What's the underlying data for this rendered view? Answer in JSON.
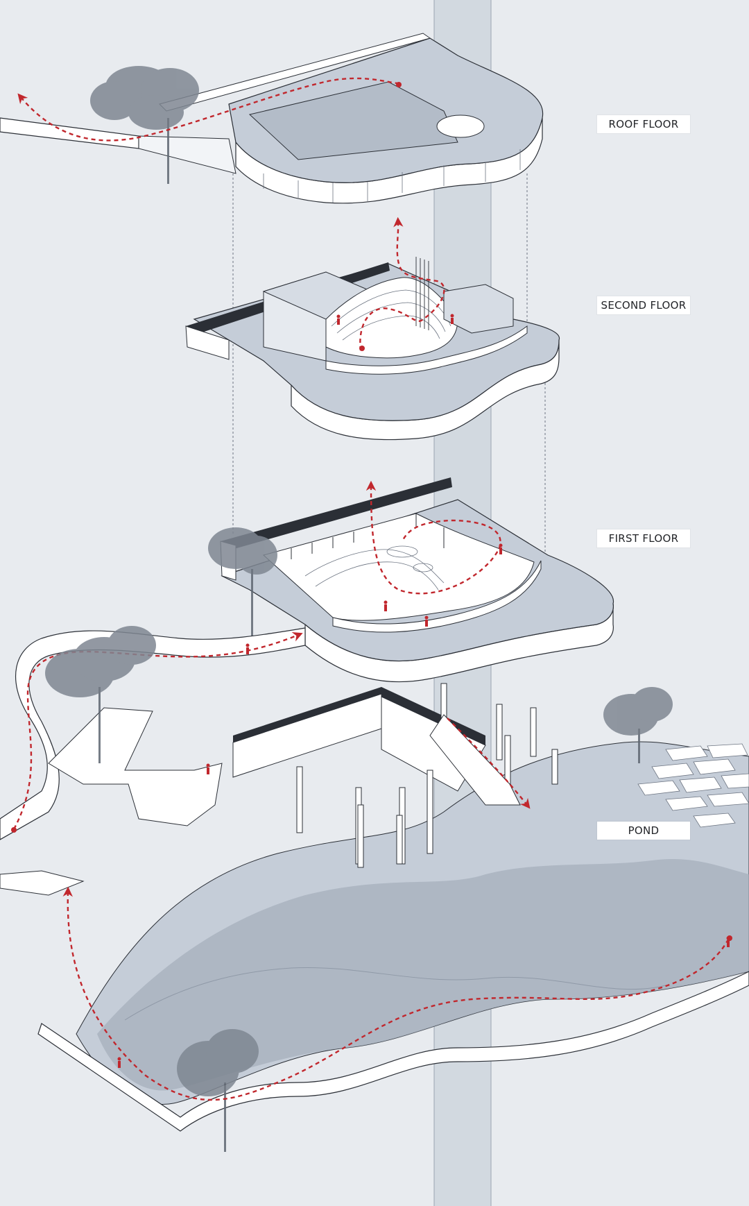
{
  "labels": {
    "roof": "ROOF FLOOR",
    "second": "SECOND FLOOR",
    "first": "FIRST FLOOR",
    "pond": "POND"
  },
  "colors": {
    "background": "#e8ebef",
    "slab": "#c5cdd8",
    "slab_dark": "#8f99a7",
    "wall": "#ffffff",
    "outline": "#2b2f36",
    "circulation": "#c1272d",
    "tree": "#7f8792",
    "shaft": "#b9c3cf"
  },
  "icons": {
    "circulation_arrow": "dashed-arrow-icon",
    "person": "person-icon",
    "tree": "tree-icon"
  }
}
